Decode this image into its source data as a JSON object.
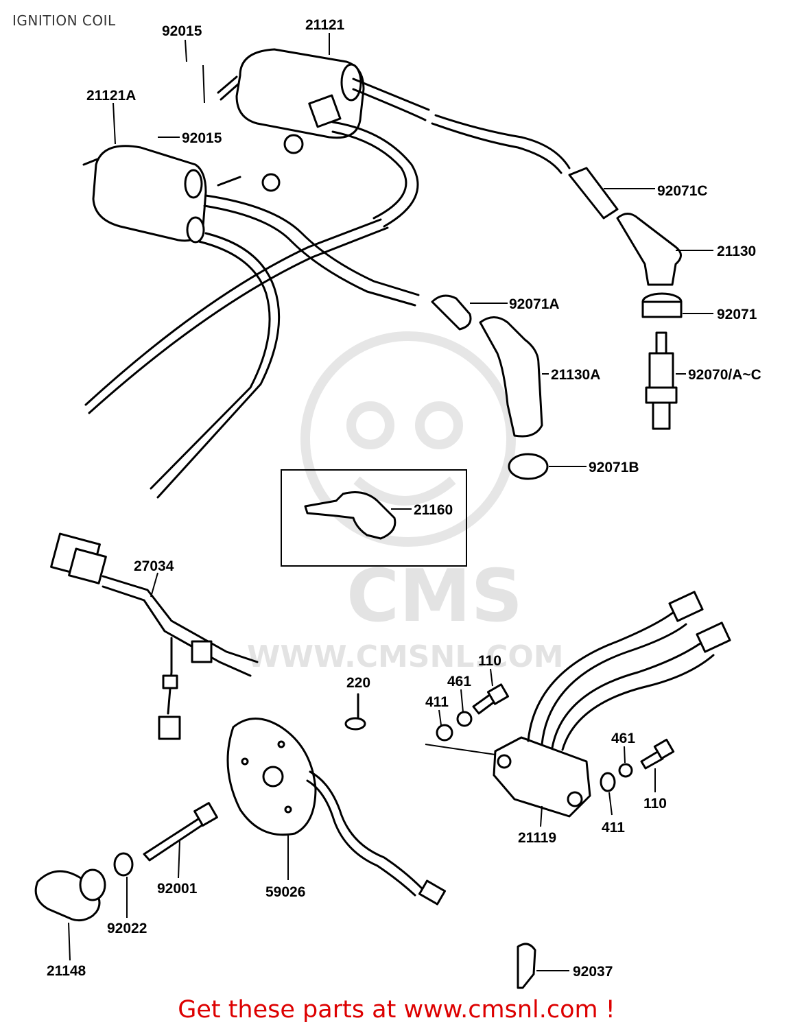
{
  "header": {
    "title": "IGNITION COIL"
  },
  "footer": {
    "text": "Get these parts at www.cmsnl.com !"
  },
  "watermark": {
    "logo_text": "CMS",
    "url_text": "WWW.CMSNL.COM"
  },
  "colors": {
    "footer": "#dd0000",
    "title": "#333333",
    "line": "#000000",
    "watermark": "#e3e3e3"
  },
  "parts": [
    {
      "id": "p-92015-top",
      "label": "92015"
    },
    {
      "id": "p-21121",
      "label": "21121"
    },
    {
      "id": "p-21121a",
      "label": "21121A"
    },
    {
      "id": "p-92015-mid",
      "label": "92015"
    },
    {
      "id": "p-92071c",
      "label": "92071C"
    },
    {
      "id": "p-21130",
      "label": "21130"
    },
    {
      "id": "p-92071",
      "label": "92071"
    },
    {
      "id": "p-92070",
      "label": "92070/A~C"
    },
    {
      "id": "p-92071a",
      "label": "92071A"
    },
    {
      "id": "p-21130a",
      "label": "21130A"
    },
    {
      "id": "p-92071b",
      "label": "92071B"
    },
    {
      "id": "p-21160",
      "label": "21160"
    },
    {
      "id": "p-27034",
      "label": "27034"
    },
    {
      "id": "p-220",
      "label": "220"
    },
    {
      "id": "p-110-left",
      "label": "110"
    },
    {
      "id": "p-461-left",
      "label": "461"
    },
    {
      "id": "p-411-left",
      "label": "411"
    },
    {
      "id": "p-461-right",
      "label": "461"
    },
    {
      "id": "p-110-right",
      "label": "110"
    },
    {
      "id": "p-411-right",
      "label": "411"
    },
    {
      "id": "p-21119",
      "label": "21119"
    },
    {
      "id": "p-92001",
      "label": "92001"
    },
    {
      "id": "p-59026",
      "label": "59026"
    },
    {
      "id": "p-92022",
      "label": "92022"
    },
    {
      "id": "p-21148",
      "label": "21148"
    },
    {
      "id": "p-92037",
      "label": "92037"
    }
  ]
}
